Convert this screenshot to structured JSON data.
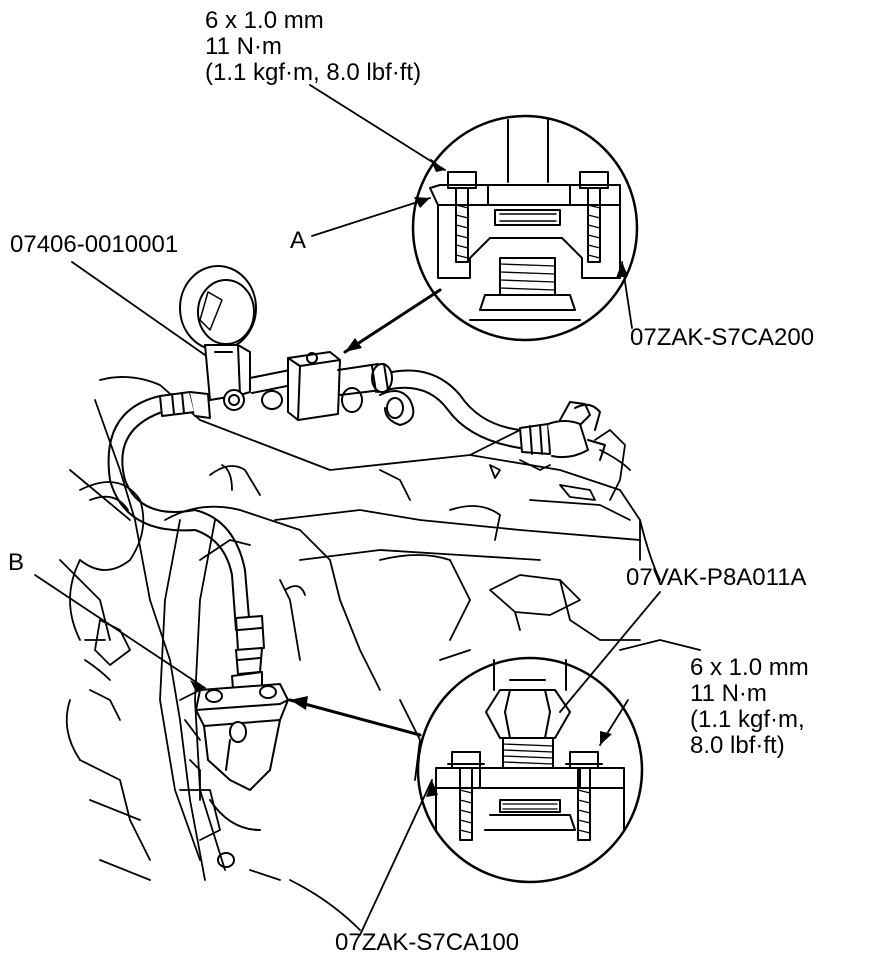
{
  "callouts": {
    "top_bolt": {
      "size": "6 x 1.0 mm",
      "torque": "11 N·m",
      "torque_alt": "(1.1 kgf·m, 8.0 lbf·ft)"
    },
    "gauge_tool": "07406-0010001",
    "label_a": "A",
    "adapter_top": "07ZAK-S7CA200",
    "label_b": "B",
    "adapter_pipe": "07VAK-P8A011A",
    "bottom_bolt": {
      "size": "6 x 1.0 mm",
      "torque": "11 N·m",
      "torque_alt_1": "(1.1 kgf·m,",
      "torque_alt_2": "8.0 lbf·ft)"
    },
    "adapter_bottom": "07ZAK-S7CA100"
  },
  "colors": {
    "ink": "#000000",
    "paper": "#ffffff"
  }
}
